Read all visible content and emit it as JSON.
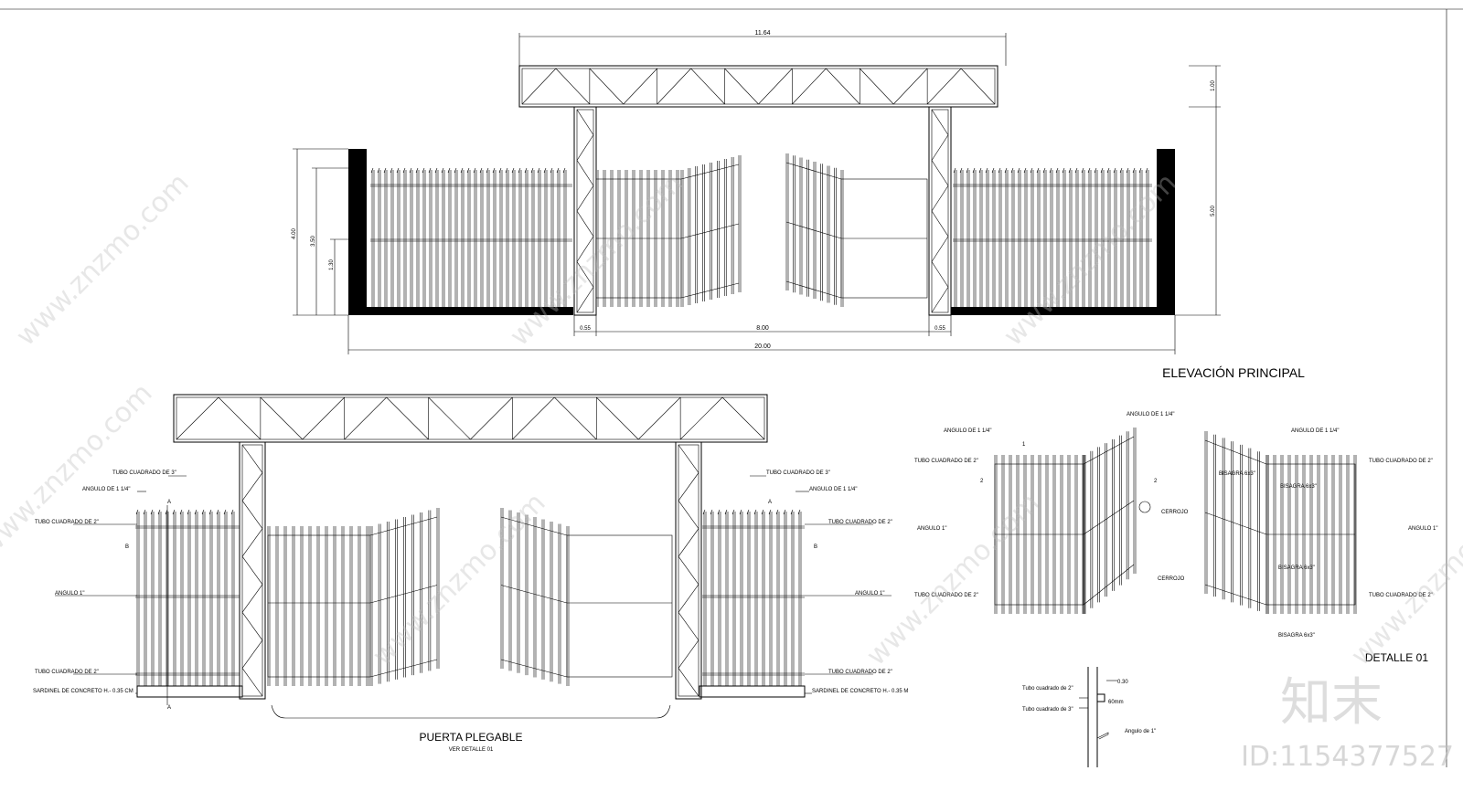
{
  "elevation": {
    "title": "ELEVACIÓN PRINCIPAL",
    "dims": {
      "top_width": "11.64",
      "total_width": "20.00",
      "gate_width": "8.00",
      "col_left": "0.55",
      "col_right": "0.55",
      "h_left_outer": "4.00",
      "h_left_inner": "3.50",
      "h_left_low": "1.30",
      "h_right_top": "1.00",
      "h_right_main": "5.00"
    }
  },
  "folding_gate": {
    "title": "PUERTA PLEGABLE",
    "subtitle": "VER DETALLE 01",
    "labels_left": {
      "tubo3": "TUBO CUADRADO DE 3\"",
      "angulo114": "ANGULO DE 1 1/4\"",
      "tubo2_top": "TUBO CUADRADO DE 2\"",
      "angulo1": "ANGULO 1\"",
      "tubo2_bottom": "TUBO CUADRADO DE 2\"",
      "sardinel": "SARDINEL DE CONCRETO H.- 0.35 CM"
    },
    "labels_right": {
      "tubo3": "TUBO CUADRADO DE 3\"",
      "angulo114": "ANGULO DE 1 1/4\"",
      "tubo2_top": "TUBO CUADRADO DE 2\"",
      "angulo1": "ANGULO 1\"",
      "tubo2_bottom": "TUBO CUADRADO DE 2\"",
      "sardinel": "SARDINEL DE CONCRETO H.- 0.35 M"
    },
    "section_marks": {
      "a": "A",
      "b": "B"
    }
  },
  "detail": {
    "title": "DETALLE 01",
    "left": {
      "angulo114": "ANGULO DE 1 1/4\"",
      "angulo114b": "ANGULO DE 1 1/4\"",
      "tubo2_top": "TUBO CUADRADO DE 2\"",
      "angulo1": "ANGULO 1\"",
      "tubo2_bottom": "TUBO CUADRADO DE 2\"",
      "cerrojo1": "CERROJO",
      "cerrojo2": "CERROJO",
      "mark1": "1",
      "mark2": "2"
    },
    "right": {
      "angulo114": "ANGULO DE 1 1/4\"",
      "tubo2_top": "TUBO CUADRADO DE 2\"",
      "bisagra1": "BISAGRA 6x3\"",
      "bisagra2": "BISAGRA 6x3\"",
      "bisagra3": "BISAGRA 6x3\"",
      "bisagra4": "BISAGRA 6x3\"",
      "angulo1": "ANGULO 1\"",
      "tubo2_bottom": "TUBO CUADRADO DE 2\""
    },
    "section": {
      "tubo2": "Tubo cuadrado de 2\"",
      "tubo3": "Tubo cuadrado de 3\"",
      "angulo1": "Angulo de 1\"",
      "d030": "0.30",
      "d60": "60mm"
    }
  },
  "watermark": {
    "site": "www.znzmo.com",
    "brand": "知末",
    "id": "ID:1154377527"
  }
}
